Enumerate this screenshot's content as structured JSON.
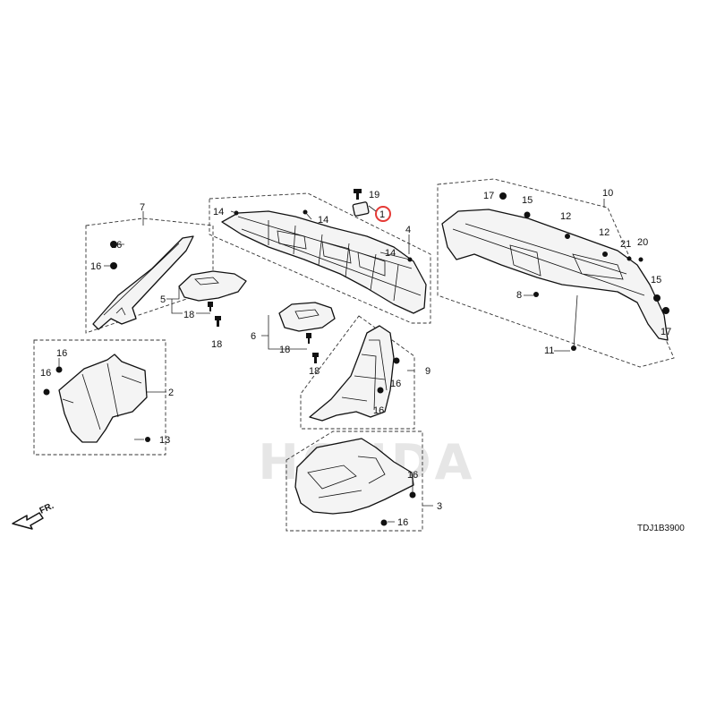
{
  "diagram": {
    "code": "TDJ1B3900",
    "direction": "FR.",
    "watermark": "HONDA",
    "highlight_color": "#e53935",
    "labels": [
      {
        "id": "l19",
        "text": "19"
      },
      {
        "id": "l1",
        "text": "1"
      },
      {
        "id": "l14a",
        "text": "14"
      },
      {
        "id": "l14b",
        "text": "14"
      },
      {
        "id": "l14c",
        "text": "14"
      },
      {
        "id": "l4",
        "text": "4"
      },
      {
        "id": "l7",
        "text": "7"
      },
      {
        "id": "l16a",
        "text": "16"
      },
      {
        "id": "l16b",
        "text": "16"
      },
      {
        "id": "l5",
        "text": "5"
      },
      {
        "id": "l18a",
        "text": "18"
      },
      {
        "id": "l18b",
        "text": "18"
      },
      {
        "id": "l6",
        "text": "6"
      },
      {
        "id": "l18c",
        "text": "18"
      },
      {
        "id": "l18d",
        "text": "18"
      },
      {
        "id": "l16c",
        "text": "16"
      },
      {
        "id": "l16d",
        "text": "16"
      },
      {
        "id": "l2",
        "text": "2"
      },
      {
        "id": "l13",
        "text": "13"
      },
      {
        "id": "l9",
        "text": "9"
      },
      {
        "id": "l16e",
        "text": "16"
      },
      {
        "id": "l16f",
        "text": "16"
      },
      {
        "id": "l16g",
        "text": "16"
      },
      {
        "id": "l3",
        "text": "3"
      },
      {
        "id": "l16h",
        "text": "16"
      },
      {
        "id": "l10",
        "text": "10"
      },
      {
        "id": "l17a",
        "text": "17"
      },
      {
        "id": "l15a",
        "text": "15"
      },
      {
        "id": "l12a",
        "text": "12"
      },
      {
        "id": "l12b",
        "text": "12"
      },
      {
        "id": "l21",
        "text": "21"
      },
      {
        "id": "l20",
        "text": "20"
      },
      {
        "id": "l8",
        "text": "8"
      },
      {
        "id": "l15b",
        "text": "15"
      },
      {
        "id": "l17b",
        "text": "17"
      },
      {
        "id": "l11",
        "text": "11"
      }
    ]
  }
}
